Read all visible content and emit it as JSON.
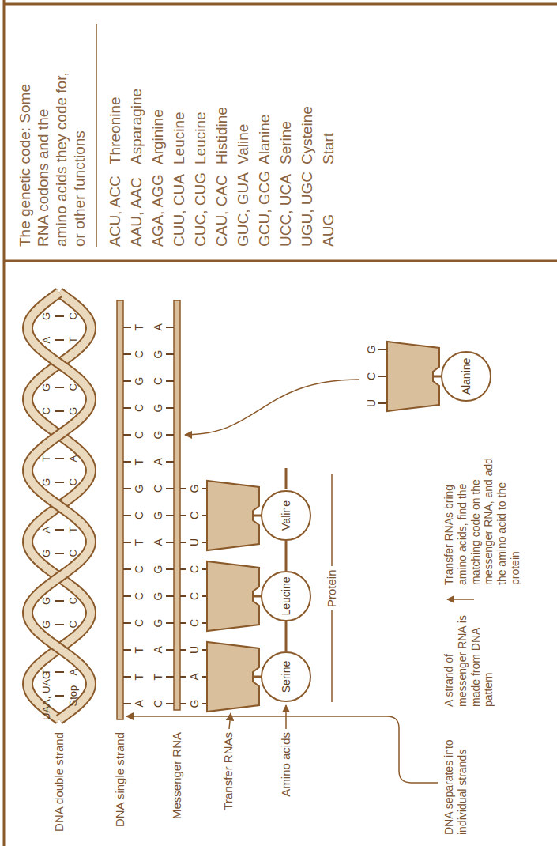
{
  "diagram": {
    "nodes": [
      {
        "text": [
          "Serine"
        ]
      },
      {
        "text": [
          "Leucine"
        ]
      },
      {
        "text": [
          "Valine"
        ]
      },
      {
        "text": [
          "Alanine"
        ]
      }
    ],
    "edges": [
      {
        "from": 0,
        "to": 1,
        "arrow": "none"
      },
      {
        "from": 1,
        "to": 2,
        "arrow": "none"
      }
    ],
    "labels": [
      "DNA double strand",
      "DNA single strand",
      "Messenger RNA",
      "Transfer RNAs",
      "Amino acids",
      "Protein",
      "DNA separates into individual strands",
      "A strand of messenger RNA is made from DNA pattern",
      "Transfer RNAs bring amino acids, find the matching code on the messenger RNA, and add the amino acid to the protein",
      "The genetic code: Some RNA codons and the amino acids they code for, or other functions",
      "ACU, ACC",
      "Threonine",
      "AAU, AAC",
      "Asparagine",
      "AGA, AGG",
      "Arginine",
      "CUU, CUA",
      "Leucine",
      "CUC, CUG",
      "Leucine",
      "CAU, CAC",
      "Histidine",
      "GUC, GUA",
      "Valine",
      "GCU, GCG",
      "Alanine",
      "UCC, UCA",
      "Serine",
      "UGU, UGC",
      "Cysteine",
      "AUG",
      "Start",
      "UAA, UAG",
      "Stop",
      "T",
      "A",
      "G",
      "C",
      "G",
      "C",
      "G",
      "C",
      "A",
      "T",
      "G",
      "C",
      "T",
      "A",
      "C",
      "G",
      "G",
      "C",
      "A",
      "T",
      "G",
      "C",
      "A",
      "T",
      "T",
      "C",
      "C",
      "C",
      "T",
      "C",
      "G",
      "T",
      "C",
      "C",
      "G",
      "C",
      "T",
      "C",
      "T",
      "A",
      "G",
      "G",
      "G",
      "A",
      "G",
      "C",
      "A",
      "G",
      "G",
      "C",
      "G",
      "A",
      "G",
      "A",
      "U",
      "C",
      "C",
      "C",
      "U",
      "C",
      "G",
      "U",
      "C",
      "G",
      "C",
      "U"
    ]
  }
}
